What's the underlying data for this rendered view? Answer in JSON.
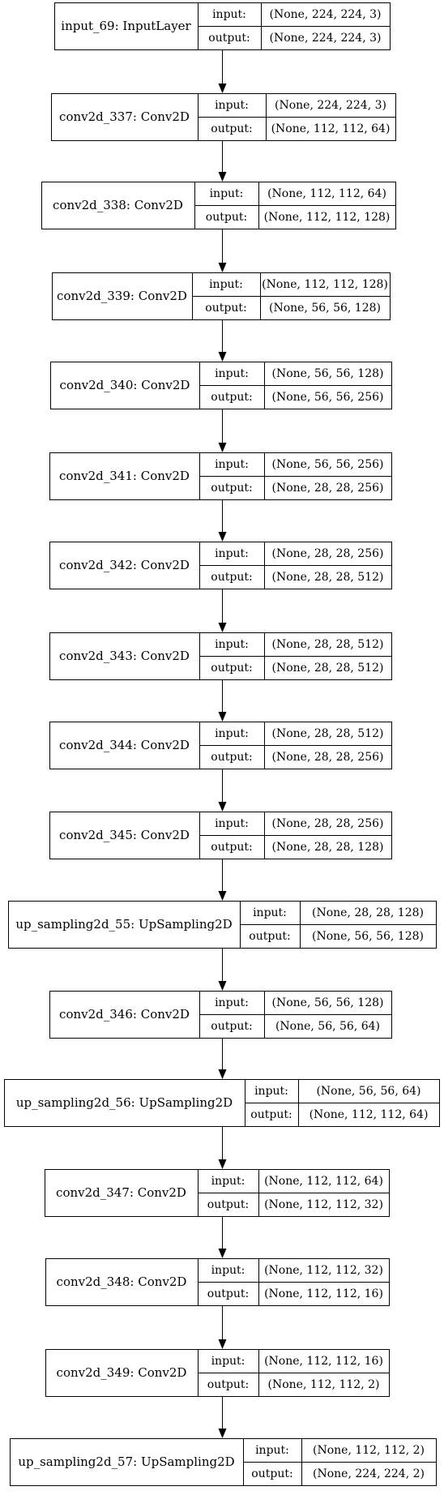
{
  "port_labels": {
    "input": "input:",
    "output": "output:"
  },
  "layers": [
    {
      "name": "input_69: InputLayer",
      "input": "(None, 224, 224, 3)",
      "output": "(None, 224, 224, 3)"
    },
    {
      "name": "conv2d_337: Conv2D",
      "input": "(None, 224, 224, 3)",
      "output": "(None, 112, 112, 64)"
    },
    {
      "name": "conv2d_338: Conv2D",
      "input": "(None, 112, 112, 64)",
      "output": "(None, 112, 112, 128)"
    },
    {
      "name": "conv2d_339: Conv2D",
      "input": "(None, 112, 112, 128)",
      "output": "(None, 56, 56, 128)"
    },
    {
      "name": "conv2d_340: Conv2D",
      "input": "(None, 56, 56, 128)",
      "output": "(None, 56, 56, 256)"
    },
    {
      "name": "conv2d_341: Conv2D",
      "input": "(None, 56, 56, 256)",
      "output": "(None, 28, 28, 256)"
    },
    {
      "name": "conv2d_342: Conv2D",
      "input": "(None, 28, 28, 256)",
      "output": "(None, 28, 28, 512)"
    },
    {
      "name": "conv2d_343: Conv2D",
      "input": "(None, 28, 28, 512)",
      "output": "(None, 28, 28, 512)"
    },
    {
      "name": "conv2d_344: Conv2D",
      "input": "(None, 28, 28, 512)",
      "output": "(None, 28, 28, 256)"
    },
    {
      "name": "conv2d_345: Conv2D",
      "input": "(None, 28, 28, 256)",
      "output": "(None, 28, 28, 128)"
    },
    {
      "name": "up_sampling2d_55: UpSampling2D",
      "input": "(None, 28, 28, 128)",
      "output": "(None, 56, 56, 128)"
    },
    {
      "name": "conv2d_346: Conv2D",
      "input": "(None, 56, 56, 128)",
      "output": "(None, 56, 56, 64)"
    },
    {
      "name": "up_sampling2d_56: UpSampling2D",
      "input": "(None, 56, 56, 64)",
      "output": "(None, 112, 112, 64)"
    },
    {
      "name": "conv2d_347: Conv2D",
      "input": "(None, 112, 112, 64)",
      "output": "(None, 112, 112, 32)"
    },
    {
      "name": "conv2d_348: Conv2D",
      "input": "(None, 112, 112, 32)",
      "output": "(None, 112, 112, 16)"
    },
    {
      "name": "conv2d_349: Conv2D",
      "input": "(None, 112, 112, 16)",
      "output": "(None, 112, 112, 2)"
    },
    {
      "name": "up_sampling2d_57: UpSampling2D",
      "input": "(None, 112, 112, 2)",
      "output": "(None, 224, 224, 2)"
    }
  ]
}
